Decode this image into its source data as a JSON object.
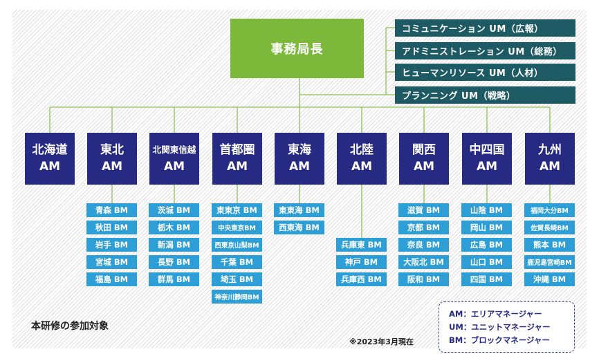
{
  "director": "事務局長",
  "um_units": [
    "コミュニケーション UM（広報）",
    "アドミニストレーション UM（総務）",
    "ヒューマンリソース UM（人材）",
    "プランニング UM（戦略）"
  ],
  "regions": [
    {
      "name": "北海道",
      "suffix": "AM",
      "bms": []
    },
    {
      "name": "東北",
      "suffix": "AM",
      "bms": [
        "青森 BM",
        "秋田 BM",
        "岩手 BM",
        "宮城 BM",
        "福島 BM"
      ]
    },
    {
      "name": "北関東信越",
      "suffix": "AM",
      "bms": [
        "茨城 BM",
        "栃木 BM",
        "新潟 BM",
        "長野 BM",
        "群馬 BM"
      ]
    },
    {
      "name": "首都圏",
      "suffix": "AM",
      "bms": [
        "東東京 BM",
        "中央東京BM",
        "西東京山梨BM",
        "千葉 BM",
        "埼玉 BM",
        "神奈川静岡BM"
      ]
    },
    {
      "name": "東海",
      "suffix": "AM",
      "bms": [
        "東東海 BM",
        "西東海 BM"
      ]
    },
    {
      "name": "北陸",
      "suffix": "AM",
      "bms": [
        "兵庫東 BM",
        "神戸 BM",
        "兵庫西 BM"
      ]
    },
    {
      "name": "関西",
      "suffix": "AM",
      "bms": [
        "滋賀 BM",
        "京都 BM",
        "奈良 BM",
        "大阪北 BM",
        "阪和 BM"
      ]
    },
    {
      "name": "中四国",
      "suffix": "AM",
      "bms": [
        "山陰 BM",
        "岡山 BM",
        "広島 BM",
        "山口 BM",
        "四国 BM"
      ]
    },
    {
      "name": "九州",
      "suffix": "AM",
      "bms": [
        "福岡大分BM",
        "佐賀長崎BM",
        "熊本 BM",
        "鹿児島宮崎BM",
        "沖縄 BM"
      ]
    }
  ],
  "footnote": "本研修の参加対象",
  "as_of": "※2023年3月現在",
  "legend": [
    "AM：エリアマネージャー",
    "UM：ユニットマネージャー",
    "BM：ブロックマネージャー"
  ],
  "colors": {
    "director": "#7cb93a",
    "um": "#1e5a63",
    "am": "#262a82",
    "bm": "#2e9fd6",
    "connector": "#8cc152"
  }
}
